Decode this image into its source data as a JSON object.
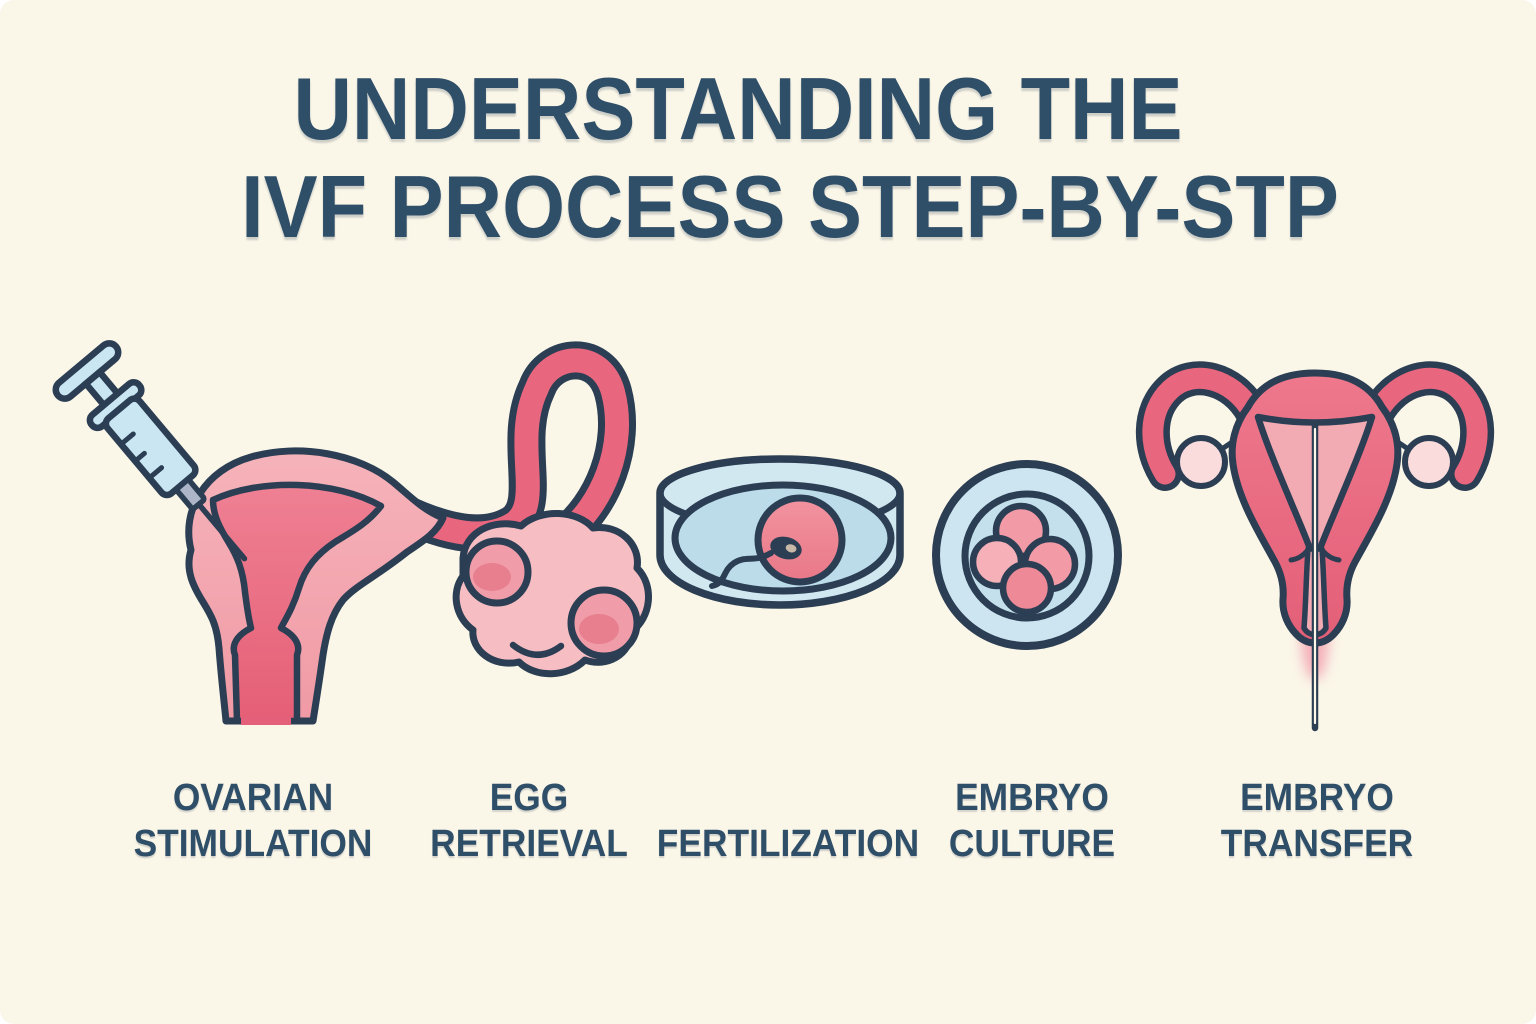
{
  "title": {
    "line1": "UNDERSTANDING THE",
    "line2": "IVF PROCESS STEP-BY-STP"
  },
  "steps": [
    {
      "id": "ovarian-stimulation",
      "label_lines": [
        "OVARIAN",
        "STIMULATION"
      ],
      "icon": "uterus-with-syringe-illustration"
    },
    {
      "id": "egg-retrieval",
      "label_lines": [
        "EGG",
        "RETRIEVAL"
      ],
      "icon": "uterus-with-syringe-illustration"
    },
    {
      "id": "fertilization",
      "label_lines": [
        "FERTILIZATION"
      ],
      "icon": "petri-dish-sperm-egg-illustration"
    },
    {
      "id": "embryo-culture",
      "label_lines": [
        "EMBRYO",
        "CULTURE"
      ],
      "icon": "four-cell-embryo-illustration"
    },
    {
      "id": "embryo-transfer",
      "label_lines": [
        "EMBRYO",
        "TRANSFER"
      ],
      "icon": "uterus-with-catheter-illustration"
    }
  ],
  "colors": {
    "background": "#FAF6E8",
    "text_navy": "#2F4E68",
    "outline_navy": "#2B3E53",
    "rose_dark": "#E8677F",
    "pink_body": "#F3A6AE",
    "ovary_pink": "#F6BDC3",
    "follicle_pink": "#F19DA9",
    "pale_ovary": "#F9DCDB",
    "syringe_blue": "#C9E6F2",
    "dish_blue_rim": "#D2E8F1",
    "dish_blue_floor": "#BCDCEA",
    "embryo_blue": "#CCE5F0",
    "nozzle_gray": "#ACB6C8"
  }
}
